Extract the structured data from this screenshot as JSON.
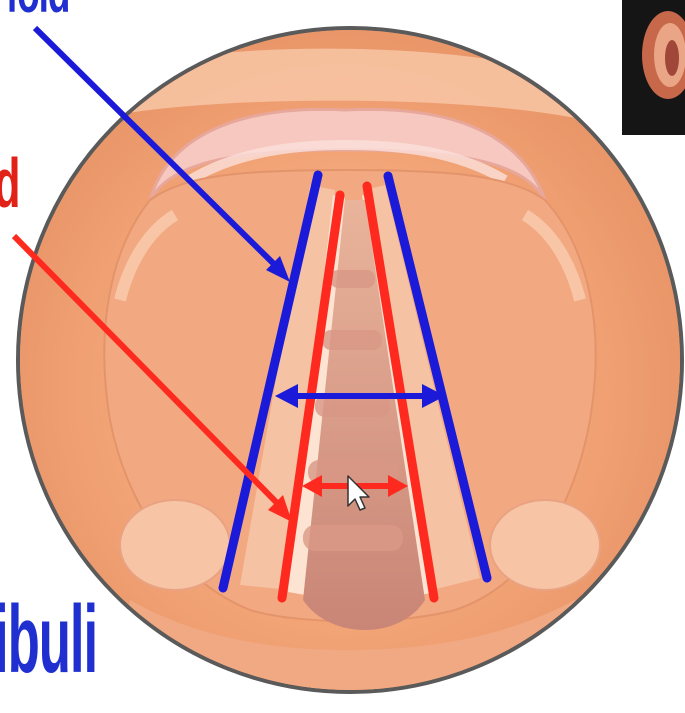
{
  "labels": {
    "top": "fold",
    "middle": "d",
    "bottom": "ibuli"
  },
  "colors": {
    "vestibular_fold_line": "#1a1ad8",
    "vocal_fold_line": "#ff2a1f",
    "label_blue": "#1f2fd0",
    "label_red": "#e02219",
    "frame_outline": "#4a4a4a",
    "tissue_base": "#f2a57c",
    "tissue_light": "#fbd3b6",
    "mucosa_pink": "#f6c3b8"
  },
  "icons": {
    "cursor": "mouse-pointer-icon"
  }
}
